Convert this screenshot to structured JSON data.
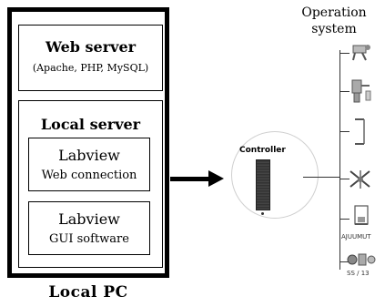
{
  "local_pc": {
    "caption": "Local PC",
    "web_server": {
      "title": "Web server",
      "subtitle": "(Apache, PHP, MySQL)"
    },
    "local_server": {
      "title": "Local server",
      "web_connection": {
        "title": "Labview",
        "subtitle": "Web connection"
      },
      "gui_software": {
        "title": "Labview",
        "subtitle": "GUI software"
      }
    }
  },
  "controller": {
    "label": "Controller"
  },
  "operation_system": {
    "title_line1": "Operation",
    "title_line2": "system",
    "devices": [
      {
        "icon": "motor-icon"
      },
      {
        "icon": "sensor-icon"
      },
      {
        "icon": "actuator-icon"
      },
      {
        "icon": "fan-icon"
      },
      {
        "icon": "module-icon",
        "caption": "AJUUMUT"
      },
      {
        "icon": "relay-icon",
        "caption": "SS / 13"
      }
    ]
  },
  "colors": {
    "line": "#000000",
    "background": "#ffffff"
  }
}
